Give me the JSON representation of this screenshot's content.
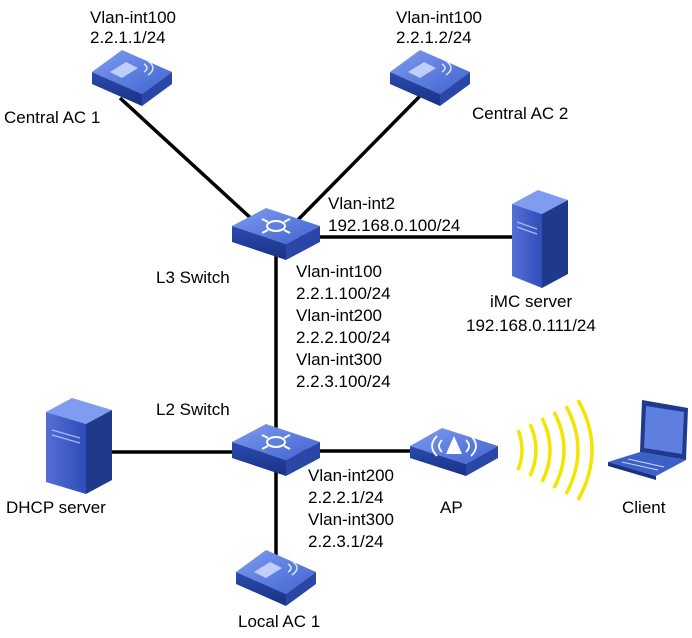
{
  "devices": {
    "central_ac1": {
      "name": "Central AC 1",
      "iface": "Vlan-int100",
      "ip": "2.2.1.1/24"
    },
    "central_ac2": {
      "name": "Central AC 2",
      "iface": "Vlan-int100",
      "ip": "2.2.1.2/24"
    },
    "l3_switch": {
      "name": "L3 Switch",
      "iface_up": "Vlan-int2",
      "ip_up": "192.168.0.100/24",
      "iface1": "Vlan-int100",
      "ip1": "2.2.1.100/24",
      "iface2": "Vlan-int200",
      "ip2": "2.2.2.100/24",
      "iface3": "Vlan-int300",
      "ip3": "2.2.3.100/24"
    },
    "imc_server": {
      "name": "iMC server",
      "ip": "192.168.0.111/24"
    },
    "l2_switch": {
      "name": "L2 Switch"
    },
    "dhcp_server": {
      "name": "DHCP server"
    },
    "ap": {
      "name": "AP"
    },
    "client": {
      "name": "Client"
    },
    "local_ac1": {
      "name": "Local AC 1",
      "iface1": "Vlan-int200",
      "ip1": "2.2.2.1/24",
      "iface2": "Vlan-int300",
      "ip2": "2.2.3.1/24"
    }
  },
  "colors": {
    "device_blue": "#3d5fc8",
    "device_dark": "#1f3a8a",
    "line": "#000000",
    "wifi": "#f2e600"
  }
}
